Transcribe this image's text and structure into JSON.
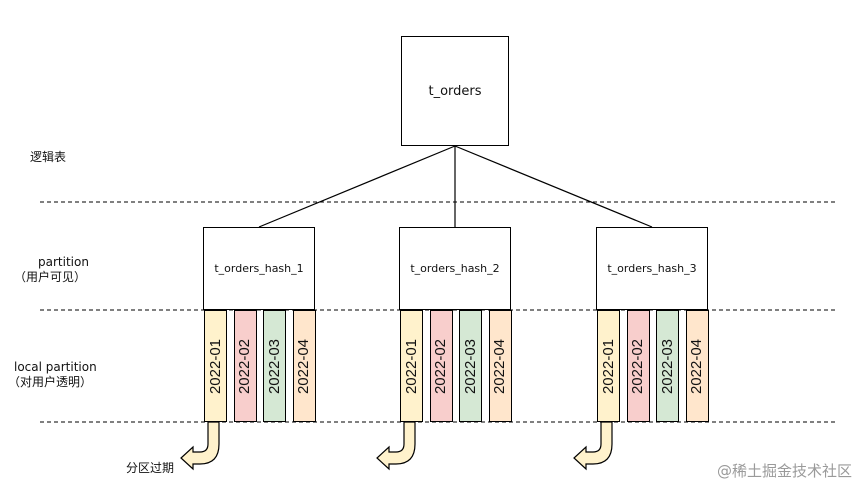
{
  "root": {
    "label": "t_orders"
  },
  "layers": {
    "logical": "逻辑表",
    "partition": [
      "partition",
      "（用户可见）"
    ],
    "local": [
      "local partition",
      "（对用户透明）"
    ]
  },
  "partitions": [
    {
      "label": "t_orders_hash_1"
    },
    {
      "label": "t_orders_hash_2"
    },
    {
      "label": "t_orders_hash_3"
    }
  ],
  "local_partitions": [
    {
      "label": "2022-01",
      "color": "#fff2cc"
    },
    {
      "label": "2022-02",
      "color": "#f8cecc"
    },
    {
      "label": "2022-03",
      "color": "#d5e8d4"
    },
    {
      "label": "2022-04",
      "color": "#ffe6cc"
    }
  ],
  "arrow": {
    "fill": "#fff2cc",
    "stroke": "#000000"
  },
  "expire_label": "分区过期",
  "watermark": "@稀土掘金技术社区"
}
